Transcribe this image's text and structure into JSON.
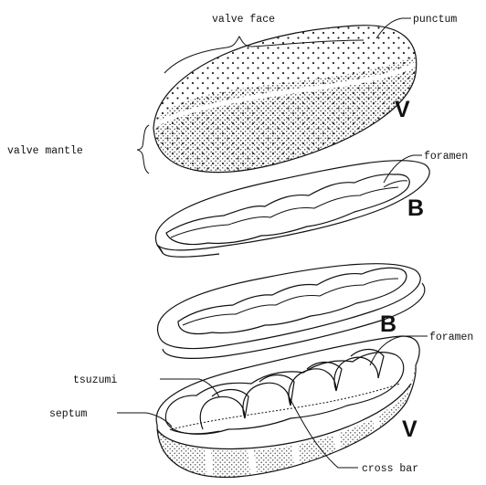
{
  "labels": {
    "valve_face": "valve face",
    "punctum": "punctum",
    "valve_mantle": "valve mantle",
    "foramen_top": "foramen",
    "foramen_bottom": "foramen",
    "tsuzumi": "tsuzumi",
    "septum": "septum",
    "cross_bar": "cross bar"
  },
  "letters": {
    "v_top": "V",
    "b_top": "B",
    "b_bottom": "B",
    "v_bottom": "V"
  }
}
